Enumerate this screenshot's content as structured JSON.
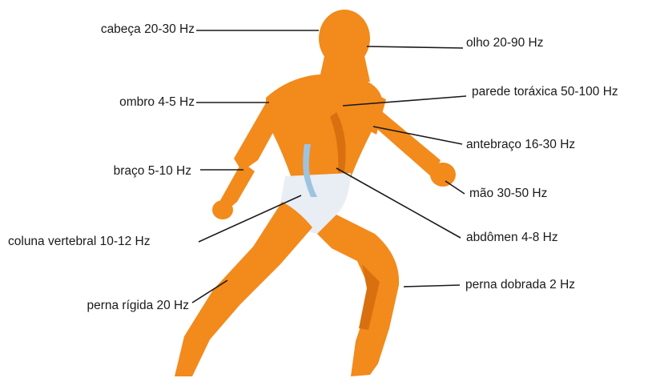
{
  "colors": {
    "body": "#f28a1c",
    "body_shade": "#d9700f",
    "underwear": "#e8eef4",
    "spine": "#9ec3df",
    "leader_line": "#1a1a1a",
    "text": "#1a1a1a"
  },
  "labels": {
    "head": "cabeça 20-30 Hz",
    "eye": "olho 20-90 Hz",
    "shoulder": "ombro 4-5 Hz",
    "chest_wall": "parede toráxica 50-100 Hz",
    "forearm": "antebraço 16-30 Hz",
    "arm": "braço 5-10 Hz",
    "hand": "mão 30-50 Hz",
    "spine": "coluna vertebral 10-12 Hz",
    "abdomen": "abdômen 4-8 Hz",
    "bent_leg": "perna dobrada 2 Hz",
    "rigid_leg": "perna rígida 20 Hz"
  }
}
